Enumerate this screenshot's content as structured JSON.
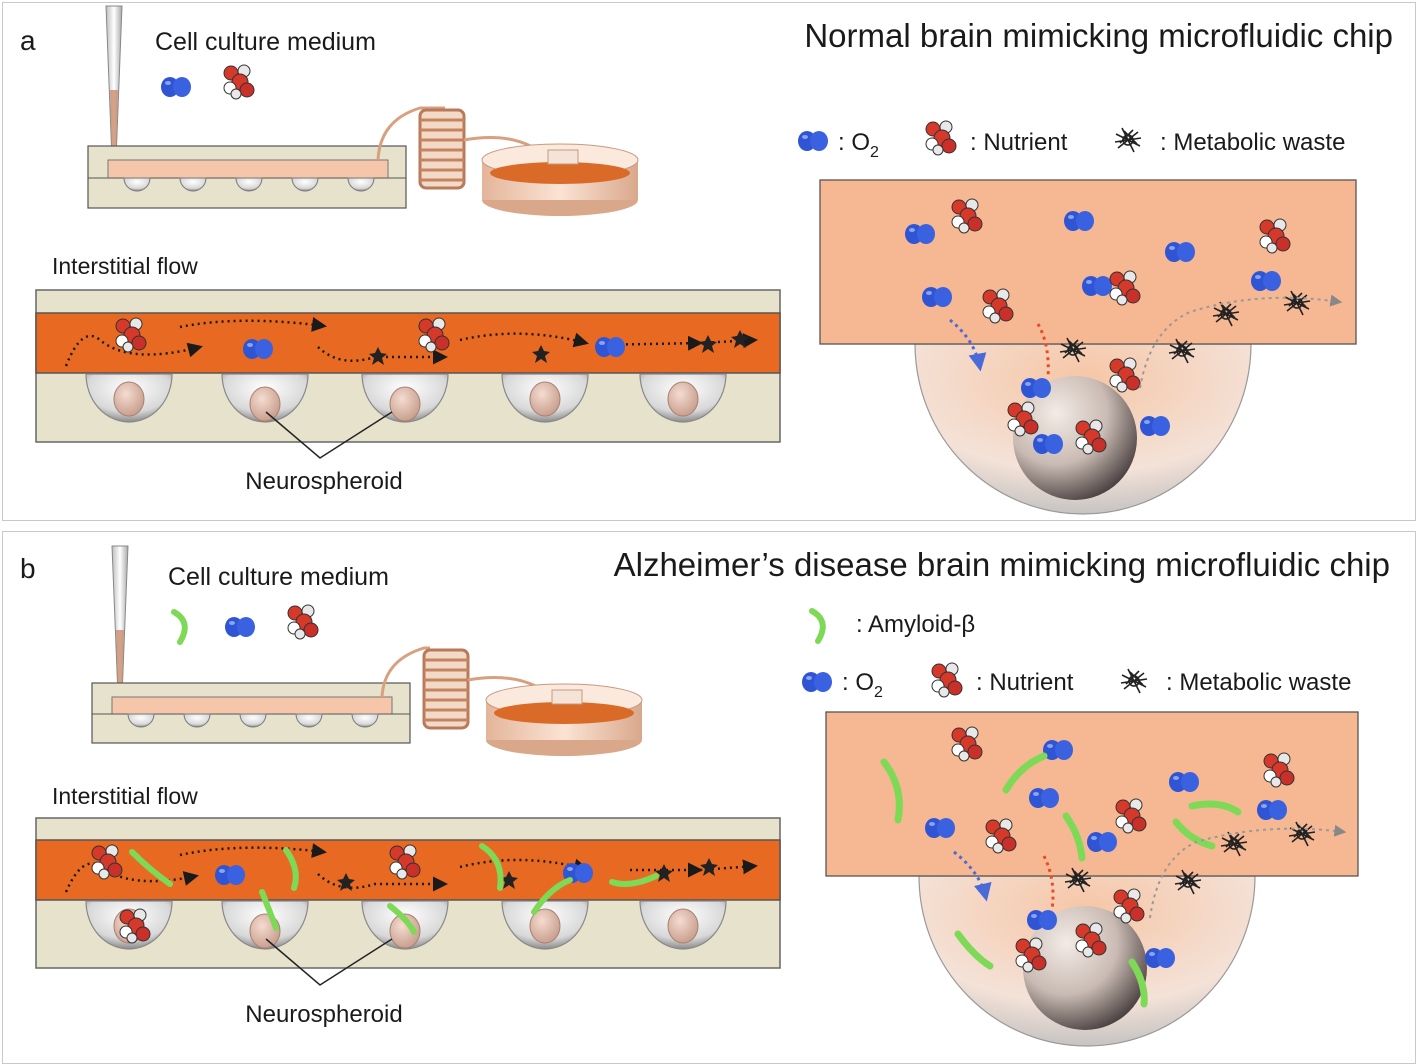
{
  "panel_a": {
    "letter": "a",
    "title": "Normal brain mimicking microfluidic chip",
    "medium_label": "Cell culture medium",
    "flow_label": "Interstitial flow",
    "spheroid_label": "Neurospheroid",
    "legend": {
      "o2": ": O",
      "o2_sub": "2",
      "nutrient": ": Nutrient",
      "waste": ": Metabolic waste"
    }
  },
  "panel_b": {
    "letter": "b",
    "title": "Alzheimer’s disease brain mimicking microfluidic chip",
    "medium_label": "Cell culture medium",
    "flow_label": "Interstitial flow",
    "spheroid_label": "Neurospheroid",
    "legend": {
      "amyloid": ": Amyloid-β",
      "o2": ": O",
      "o2_sub": "2",
      "nutrient": ": Nutrient",
      "waste": ": Metabolic waste"
    }
  },
  "colors": {
    "channel": "#e86a22",
    "chip_base": "#e6e2cc",
    "tissue": "#f6b892",
    "oxygen": "#2f55d4",
    "amyloid": "#7ed957",
    "nutrient_red": "#d6392a"
  },
  "icons": [
    "pipette-icon",
    "oxygen-icon",
    "nutrient-icon",
    "waste-icon",
    "amyloid-icon",
    "neurospheroid-icon",
    "reservoir-icon",
    "tubing-coil-icon"
  ]
}
